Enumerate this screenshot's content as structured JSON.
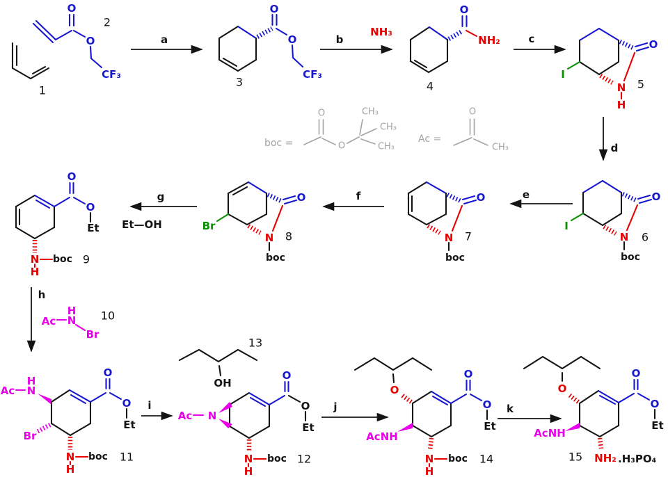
{
  "colors": {
    "background": "#ffffff",
    "bond_black": "#141414",
    "ester_blue": "#1717cf",
    "amide_red": "#e60000",
    "halide_green": "#089000",
    "acetamido_magenta": "#e800e8",
    "definition_gray": "#a3a3a3"
  },
  "steps": {
    "a": "a",
    "b": "b",
    "c": "c",
    "d": "d",
    "e": "e",
    "f": "f",
    "g": "g",
    "h": "h",
    "i": "i",
    "j": "j",
    "k": "k"
  },
  "reagents": {
    "nh3": "NH₃",
    "etoh": "Et—OH"
  },
  "numbers": {
    "c1": "1",
    "c2": "2",
    "c3": "3",
    "c4": "4",
    "c5": "5",
    "c6": "6",
    "c7": "7",
    "c8": "8",
    "c9": "9",
    "c10": "10",
    "c11": "11",
    "c12": "12",
    "c13": "13",
    "c14": "14",
    "c15": "15"
  },
  "atoms": {
    "O": "O",
    "N": "N",
    "H": "H",
    "I": "I",
    "Br": "Br",
    "Ac": "Ac",
    "Et": "Et",
    "boc": "boc",
    "OH": "OH",
    "CF3": "CF₃",
    "NH3": "NH₃",
    "NH2": "NH₂",
    "CH3": "CH₃",
    "AcNH": "AcNH",
    "H3PO4": ".H₃PO₄"
  },
  "definitions": {
    "boc": "boc =",
    "ac": "Ac ="
  }
}
